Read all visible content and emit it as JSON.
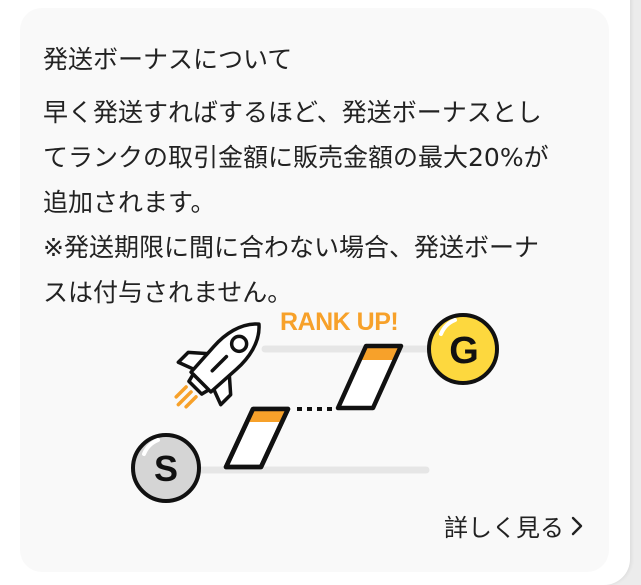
{
  "card": {
    "title": "発送ボーナスについて",
    "body_lines": [
      "早く発送すればするほど、発送ボーナスとし",
      "てランクの取引金額に販売金額の最大20%が",
      "追加されます。",
      "※発送期限に間に合わない場合、発送ボーナ",
      "スは付与されません。"
    ],
    "more_link_label": "詳しく見る"
  },
  "illustration": {
    "rank_up_label": "RANK UP!",
    "from_rank": "S",
    "to_rank": "G",
    "icons": [
      "rocket-icon",
      "silver-rank-badge",
      "gold-rank-badge",
      "chevron-right-icon"
    ],
    "colors": {
      "accent_orange": "#f7a12a",
      "gold": "#fdd83e",
      "silver": "#d5d5d5",
      "track": "#e6e6e6",
      "outline": "#111111"
    }
  }
}
